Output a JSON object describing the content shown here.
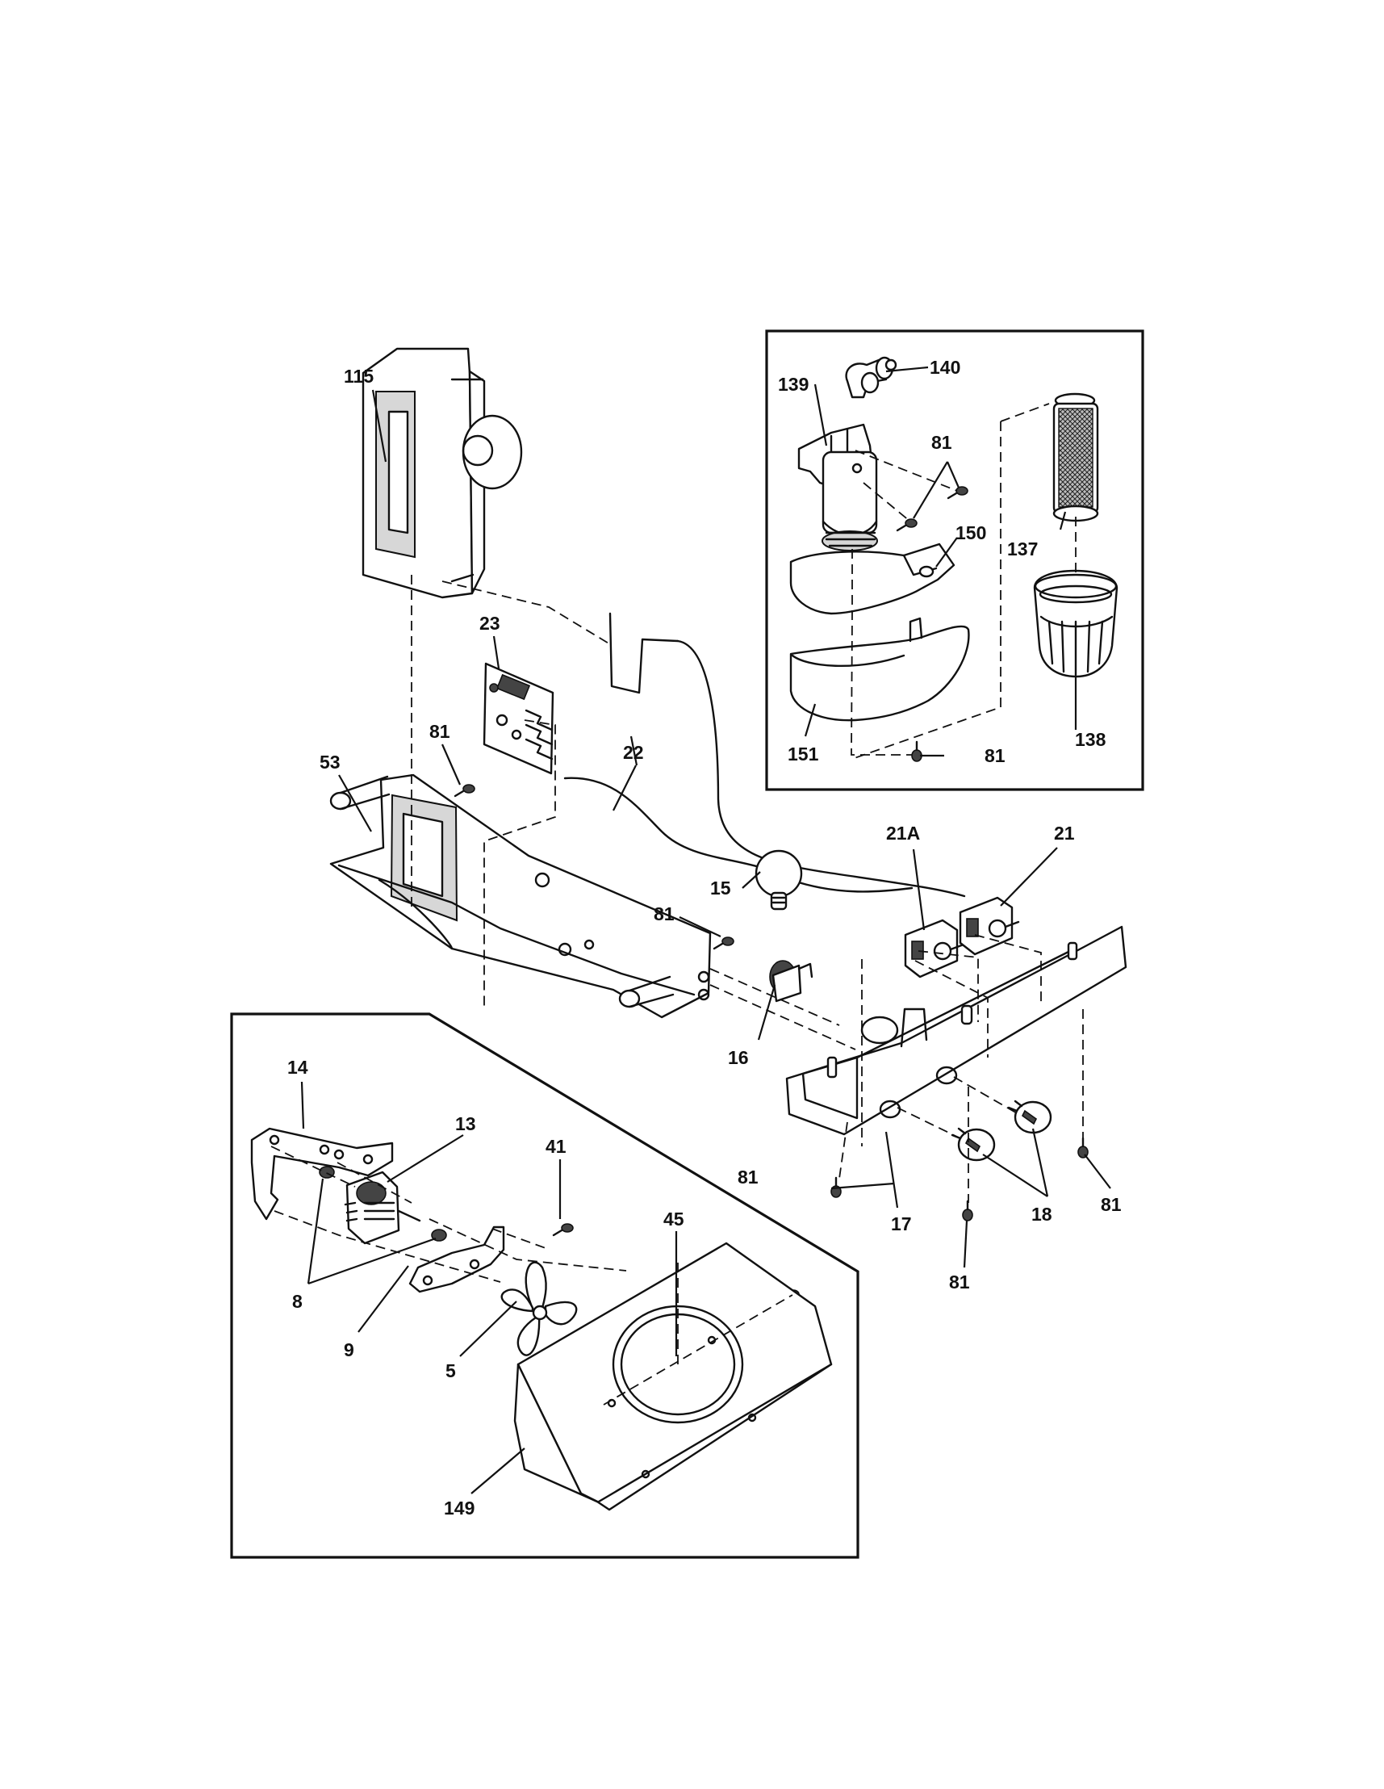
{
  "diagram": {
    "callouts": {
      "p115": "115",
      "p23": "23",
      "p22": "22",
      "p53": "53",
      "p81_a": "81",
      "p81_b": "81",
      "p81_c": "81",
      "p81_d": "81",
      "p81_e": "81",
      "p81_f": "81",
      "p81_g": "81",
      "p15": "15",
      "p16": "16",
      "p21a": "21A",
      "p21": "21",
      "p17": "17",
      "p18": "18",
      "p139": "139",
      "p140": "140",
      "p150": "150",
      "p151": "151",
      "p137": "137",
      "p138": "138",
      "p14": "14",
      "p13": "13",
      "p41": "41",
      "p45": "45",
      "p8": "8",
      "p9": "9",
      "p5": "5",
      "p149": "149"
    }
  }
}
